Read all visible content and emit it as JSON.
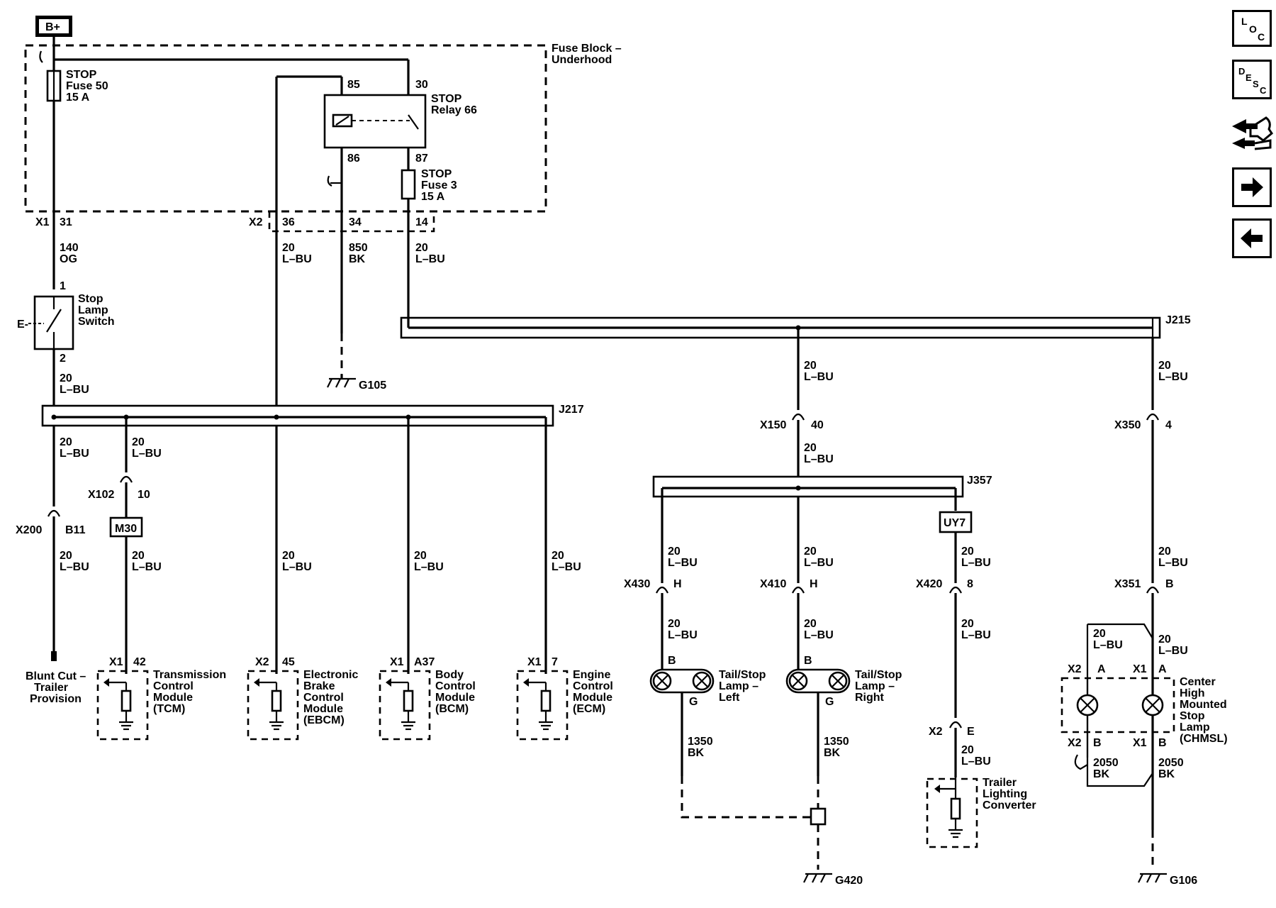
{
  "power": {
    "source": "B+"
  },
  "fuse_block": {
    "name": "Fuse Block –",
    "name2": "Underhood"
  },
  "fuse50": {
    "l1": "STOP",
    "l2": "Fuse 50",
    "l3": "15 A"
  },
  "fuse3": {
    "l1": "STOP",
    "l2": "Fuse 3",
    "l3": "15 A"
  },
  "relay66": {
    "l1": "STOP",
    "l2": "Relay 66",
    "p85": "85",
    "p30": "30",
    "p86": "86",
    "p87": "87"
  },
  "conn_top": {
    "x1": "X1",
    "p31": "31",
    "x2": "X2",
    "p36": "36",
    "p34": "34",
    "p14": "14"
  },
  "wires": {
    "w140": "140",
    "og": "OG",
    "g20": "20",
    "lbu": "L–BU",
    "w850": "850",
    "bk": "BK",
    "w1350": "1350",
    "w2050": "2050"
  },
  "stop_switch": {
    "l1": "Stop",
    "l2": "Lamp",
    "l3": "Switch",
    "p1": "1",
    "p2": "2"
  },
  "ground": {
    "g105": "G105",
    "g420": "G420",
    "g106": "G106"
  },
  "splices": {
    "j215": "J215",
    "j217": "J217",
    "j357": "J357"
  },
  "inline": {
    "x200": "X200",
    "b11": "B11",
    "x102": "X102",
    "p10": "10",
    "m30": "M30",
    "x150": "X150",
    "p40": "40",
    "x350": "X350",
    "p4": "4",
    "uy7": "UY7",
    "x430": "X430",
    "x410": "X410",
    "h": "H",
    "x420": "X420",
    "p8": "8",
    "x351": "X351",
    "b": "B"
  },
  "modules": {
    "blunt": {
      "l1": "Blunt Cut –",
      "l2": "Trailer",
      "l3": "Provision"
    },
    "tcm": {
      "conn": "X1",
      "pin": "42",
      "l1": "Transmission",
      "l2": "Control",
      "l3": "Module",
      "l4": "(TCM)"
    },
    "ebcm": {
      "conn": "X2",
      "pin": "45",
      "l1": "Electronic",
      "l2": "Brake",
      "l3": "Control",
      "l4": "Module",
      "l5": "(EBCM)"
    },
    "bcm": {
      "conn": "X1",
      "pin": "A37",
      "l1": "Body",
      "l2": "Control",
      "l3": "Module",
      "l4": "(BCM)"
    },
    "ecm": {
      "conn": "X1",
      "pin": "7",
      "l1": "Engine",
      "l2": "Control",
      "l3": "Module",
      "l4": "(ECM)"
    }
  },
  "lamps": {
    "left": {
      "pb": "B",
      "pg": "G",
      "l1": "Tail/Stop",
      "l2": "Lamp –",
      "l3": "Left"
    },
    "right": {
      "pb": "B",
      "pg": "G",
      "l1": "Tail/Stop",
      "l2": "Lamp –",
      "l3": "Right"
    },
    "converter": {
      "conn": "X2",
      "pin": "E",
      "l1": "Trailer",
      "l2": "Lighting",
      "l3": "Converter"
    },
    "chmsl": {
      "x2": "X2",
      "x1": "X1",
      "a": "A",
      "b": "B",
      "l1": "Center",
      "l2": "High",
      "l3": "Mounted",
      "l4": "Stop",
      "l5": "Lamp",
      "l6": "(CHMSL)"
    }
  },
  "nav_icons": [
    "location-icon",
    "description-icon",
    "connector-icon",
    "next-arrow-icon",
    "previous-arrow-icon"
  ]
}
